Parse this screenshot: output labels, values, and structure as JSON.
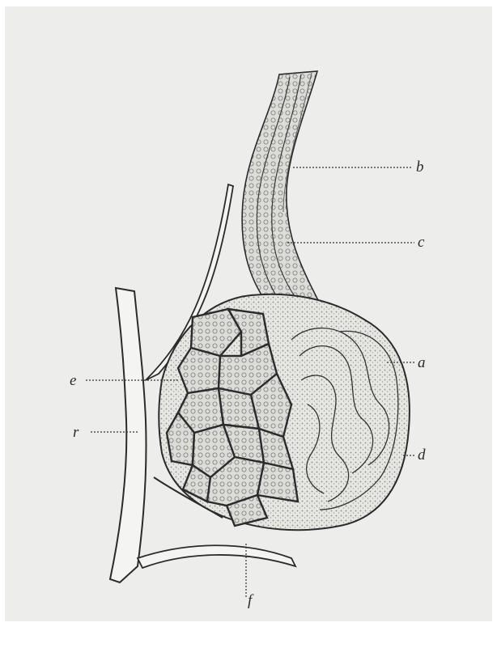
{
  "figure": {
    "subject": "anatomical-gland-section",
    "paper_color": "#ededeb",
    "ink_color": "#2b2b2b",
    "tissue_fill": "#d9d9d5",
    "labels": {
      "a": "a",
      "b": "b",
      "c": "c",
      "d": "d",
      "e": "e",
      "r": "r",
      "f": "f"
    }
  }
}
